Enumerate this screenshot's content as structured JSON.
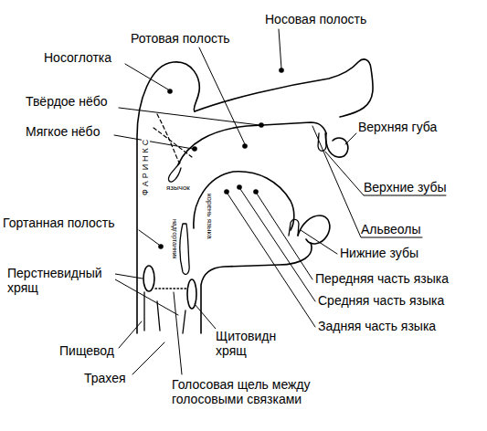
{
  "diagram": {
    "labels": [
      "Носовая полость",
      "Ротовая полость",
      "Носоглотка",
      "Твёрдое нёбо",
      "Мягкое нёбо",
      "Верхняя губа",
      "ФАРИНКС",
      "язычок",
      "Верхние зубы",
      "корень языка",
      "надгортанник",
      "Гортанная полость",
      "Альвеолы",
      "Нижние зубы",
      "Передняя часть языка",
      "Средняя часть языка",
      "Задняя часть языка",
      "Перстневидный хрящ",
      "Щитовидн хрящ",
      "Пищевод",
      "Трахея",
      "Голосовая щель между голосовыми связками"
    ]
  }
}
